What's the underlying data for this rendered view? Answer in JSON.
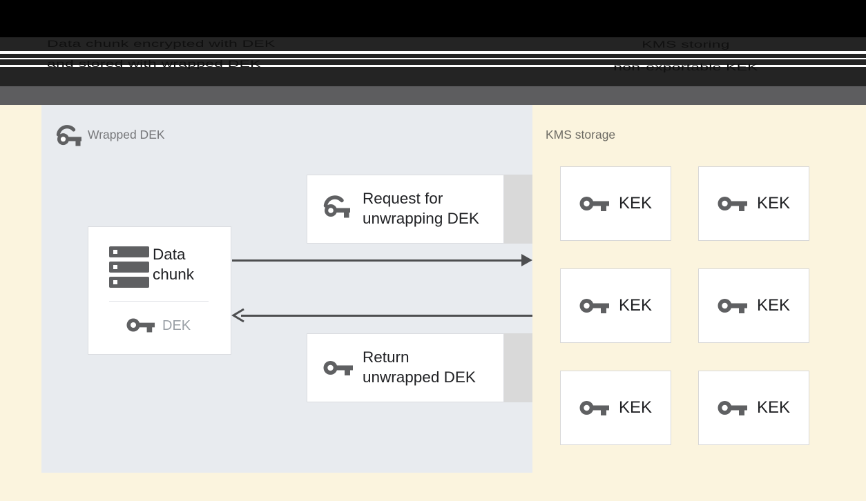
{
  "header": {
    "left_caption": {
      "line1": "Data chunk encrypted with DEK",
      "line2": "and stored with wrapped DEK"
    },
    "right_caption": {
      "line1": "KMS storing",
      "line2": "non-exportable KEK"
    }
  },
  "wrapped_dek_panel": {
    "title": "Wrapped DEK",
    "data_chunk_box": {
      "title_line1": "Data",
      "title_line2": "chunk",
      "key_label": "DEK"
    },
    "request_box": {
      "line1": "Request for",
      "line2": "unwrapping DEK"
    },
    "return_box": {
      "line1": "Return",
      "line2": "unwrapped DEK"
    }
  },
  "kms_panel": {
    "title": "KMS storage",
    "kek_boxes": [
      {
        "label": "KEK"
      },
      {
        "label": "KEK"
      },
      {
        "label": "KEK"
      },
      {
        "label": "KEK"
      },
      {
        "label": "KEK"
      },
      {
        "label": "KEK"
      }
    ]
  },
  "icons": {
    "wrapped_key": "wrapped-key-icon",
    "plain_key": "key-icon",
    "data_chunk": "storage-icon"
  },
  "colors": {
    "background_cream": "#fbf4de",
    "panel_blue_gray": "#e8ebef",
    "box_border": "#dadce0",
    "box_shadow_gray": "#d9d9d9",
    "icon_gray": "#5f6062",
    "text_dark": "#202124",
    "text_muted": "#76777a",
    "dek_label_gray": "#9aa0a6",
    "arrow_gray": "#4d4e50",
    "header_black": "#000000",
    "header_dark": "#242424",
    "header_mid_gray": "#5d5d5f"
  }
}
